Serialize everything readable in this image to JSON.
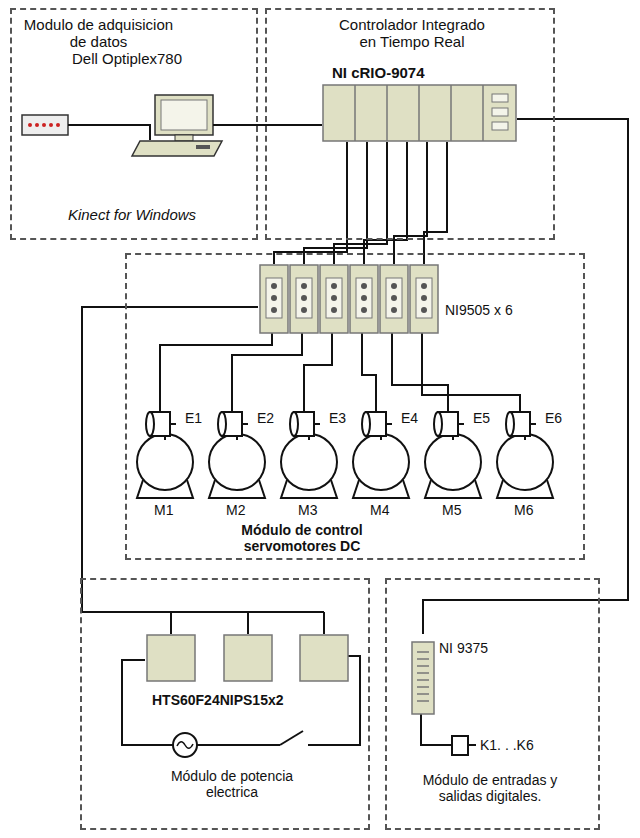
{
  "diagram": {
    "nodes": [
      {
        "text": [
          "Modulo de adquisicion de datos",
          "Dell Optiplex780",
          "Kinect for Windows"
        ]
      },
      {
        "text": [
          "Controlador Integrado en Tiempo Real"
        ]
      },
      {
        "text": [
          "NI cRIO-9074"
        ],
        "in": 1
      },
      {
        "text": [
          "Módulo de control servomotores DC"
        ]
      },
      {
        "text": [
          "NI9505 x 6"
        ],
        "in": 3
      },
      {
        "text": [
          "Módulo de potencia electrica"
        ]
      },
      {
        "text": [
          "HTS60F24NIPS15x2"
        ],
        "in": 5
      },
      {
        "text": [
          "Módulo de entradas y salidas digitales."
        ]
      },
      {
        "text": [
          "NI 9375"
        ],
        "in": 7
      }
    ],
    "edges": [
      {
        "from": 0,
        "to": 2,
        "arrow": "none"
      },
      {
        "from": 2,
        "to": 4,
        "arrow": "none"
      },
      {
        "from": 2,
        "to": 8,
        "arrow": "none"
      },
      {
        "from": 4,
        "to": 6,
        "arrow": "none"
      }
    ],
    "labels": [
      "E1",
      "E2",
      "E3",
      "E4",
      "E5",
      "E6",
      "M1",
      "M2",
      "M3",
      "M4",
      "M5",
      "M6",
      "K1. . .K6"
    ]
  }
}
